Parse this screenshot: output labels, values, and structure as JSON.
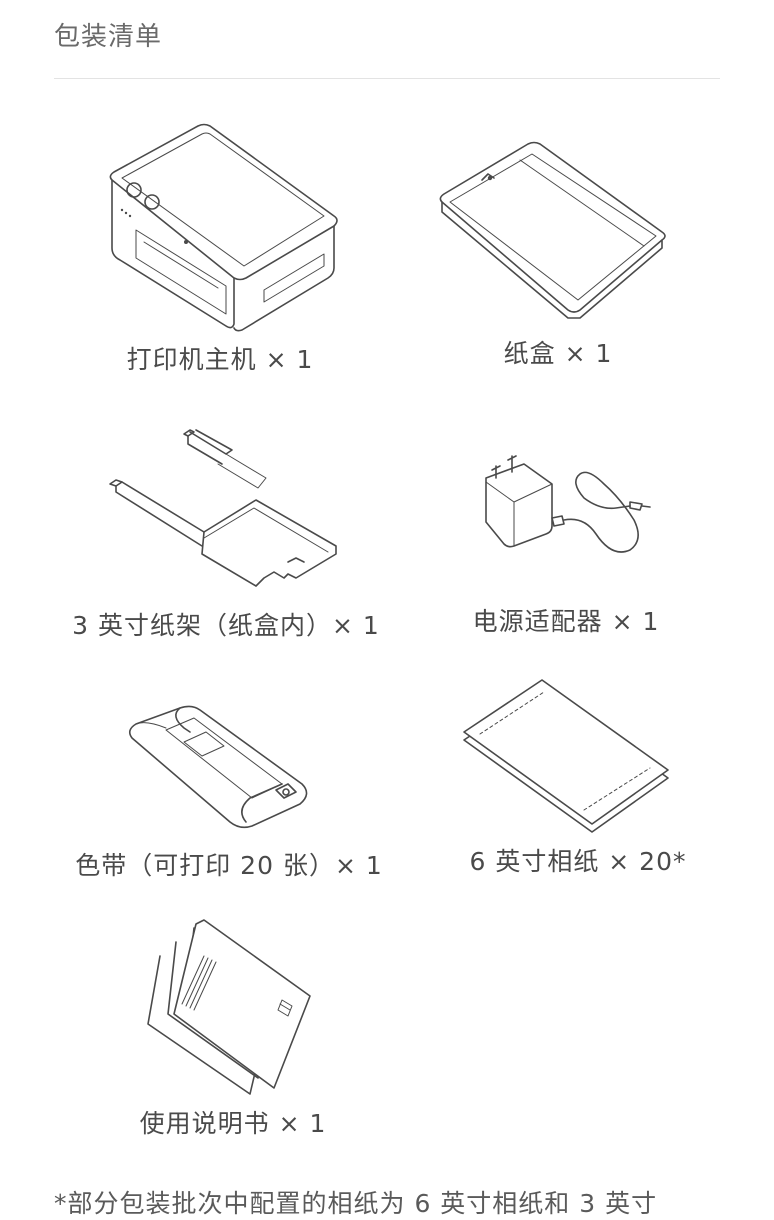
{
  "header": {
    "title": "包装清单"
  },
  "items": [
    {
      "label": "打印机主机 × 1",
      "icon": "printer-icon"
    },
    {
      "label": "纸盒 × 1",
      "icon": "paper-tray-icon"
    },
    {
      "label": "3 英寸纸架（纸盒内）× 1",
      "icon": "paper-holder-icon"
    },
    {
      "label": "电源适配器 × 1",
      "icon": "power-adapter-icon"
    },
    {
      "label": "色带（可打印 20 张）× 1",
      "icon": "ribbon-cartridge-icon"
    },
    {
      "label": "6 英寸相纸 × 20*",
      "icon": "photo-paper-icon"
    },
    {
      "label": "使用说明书 × 1",
      "icon": "manual-icon"
    }
  ],
  "footnote": "*部分包装批次中配置的相纸为 6 英寸相纸和 3 英寸"
}
